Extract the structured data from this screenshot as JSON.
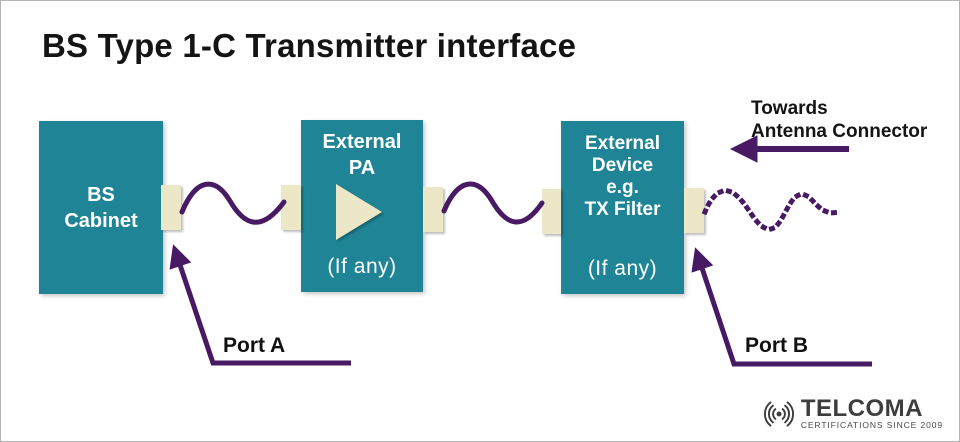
{
  "page": {
    "title": "BS Type 1-C Transmitter interface"
  },
  "diagram": {
    "boxes": {
      "bs_cabinet": {
        "lines": [
          "BS",
          "Cabinet"
        ]
      },
      "external_pa": {
        "lines": [
          "External",
          "PA"
        ],
        "note": "(If any)"
      },
      "external_device": {
        "lines": [
          "External",
          "Device",
          "e.g.",
          "TX Filter"
        ],
        "note": "(If any)"
      }
    },
    "labels": {
      "port_a": "Port A",
      "port_b": "Port B",
      "towards_line1": "Towards",
      "towards_line2": "Antenna Connector"
    },
    "colors": {
      "box_teal": "#1f8596",
      "connector_cream": "#ece7c6",
      "arrow_purple": "#471a63",
      "text_dark": "#141414",
      "logo_gray": "#3d3d3d"
    }
  },
  "logo": {
    "wordmark": "TELCOMA",
    "tagline": "CERTIFICATIONS SINCE 2009"
  }
}
